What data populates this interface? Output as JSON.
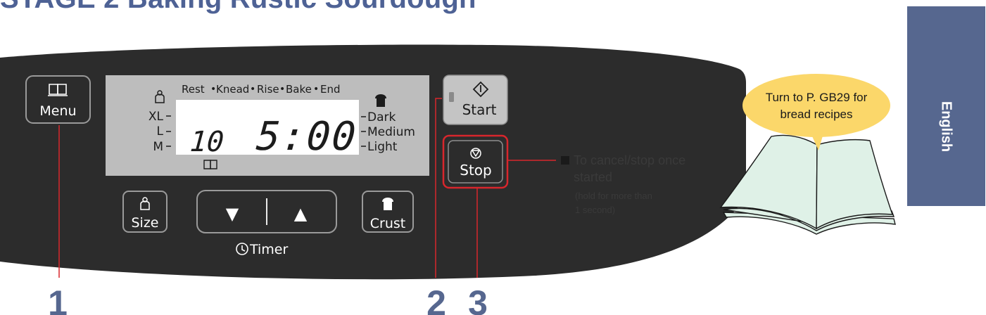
{
  "page": {
    "heading": "STAGE 2 Baking Rustic Sourdough",
    "language_tab": "English"
  },
  "panel": {
    "menu_button": "Menu",
    "stage_bar": [
      "Rest",
      "Knead",
      "Rise",
      "Bake",
      "End"
    ],
    "size_labels": [
      "XL",
      "L",
      "M"
    ],
    "crust_labels": [
      "Dark",
      "Medium",
      "Light"
    ],
    "display_menu_number": "10",
    "display_time": "5:00",
    "start_button": "Start",
    "stop_button": "Stop",
    "size_button": "Size",
    "crust_button": "Crust",
    "timer_label": "Timer",
    "down_arrow": "▼",
    "up_arrow": "▲"
  },
  "callouts": {
    "stop_title_line1": "To cancel/stop once",
    "stop_title_line2": "started",
    "stop_note_line1": "(hold for more than",
    "stop_note_line2": "1 second)",
    "bubble_line1": "Turn to P. GB29 for",
    "bubble_line2": "bread recipes",
    "step_numbers": [
      "1",
      "2",
      "3"
    ]
  },
  "colors": {
    "panel": "#2c2c2c",
    "lcd": "#bdbdbd",
    "lcd_screen": "#ffffff",
    "highlight": "#d8262c",
    "accent": "#4e6295",
    "bubble": "#fbd76a",
    "book": "#dff1e7"
  }
}
